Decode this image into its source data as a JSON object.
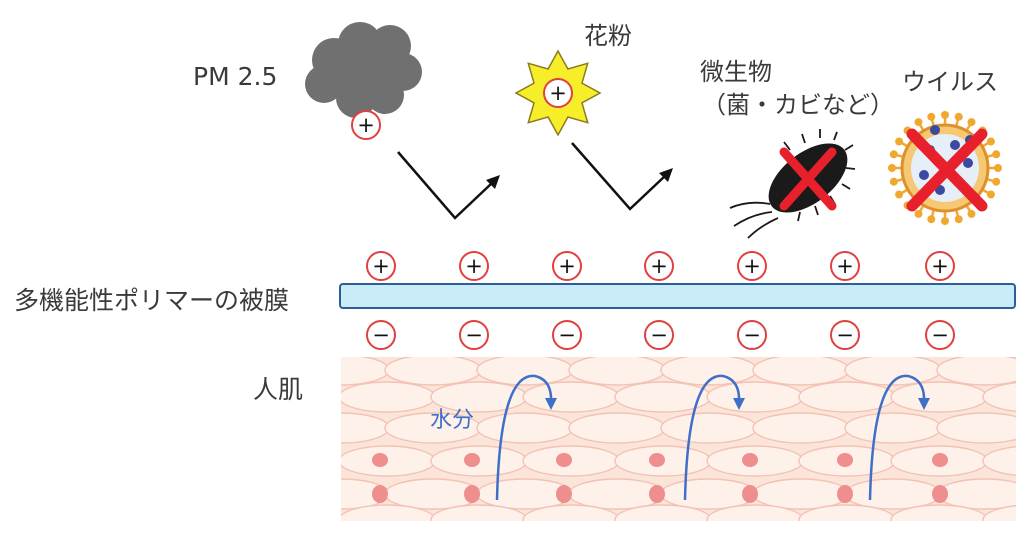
{
  "labels": {
    "pm25": "PM 2.5",
    "pollen": "花粉",
    "microbe": "微生物",
    "microbe_examples": "（菌・カビなど）",
    "virus": "ウイルス",
    "film": "多機能性ポリマーの被膜",
    "skin": "人肌",
    "water": "水分"
  },
  "charges": {
    "positive": "+",
    "negative": "−",
    "positive_count": 7,
    "negative_count": 7
  },
  "colors": {
    "charge_ring": "#e04040",
    "film_fill": "#c9ecf8",
    "film_stroke": "#2c5f9a",
    "skin_base": "#fbe5d8",
    "skin_cell": "#fdf1ea",
    "skin_line": "#f3c2b4",
    "nucleus": "#ee8e8e",
    "water_arrow": "#3f6fc8",
    "block_cross": "#e8202c",
    "pm_cloud": "#707070",
    "pollen_star": "#f7ee2a",
    "microbe_body": "#1a1a1a",
    "virus_spikes": "#f0a830",
    "virus_core": "#3a4aa0"
  },
  "icons": [
    "pm-cloud-icon",
    "pollen-icon",
    "microbe-icon",
    "virus-icon",
    "bounce-arrow-icon",
    "block-cross-icon",
    "water-arrow-icon"
  ]
}
